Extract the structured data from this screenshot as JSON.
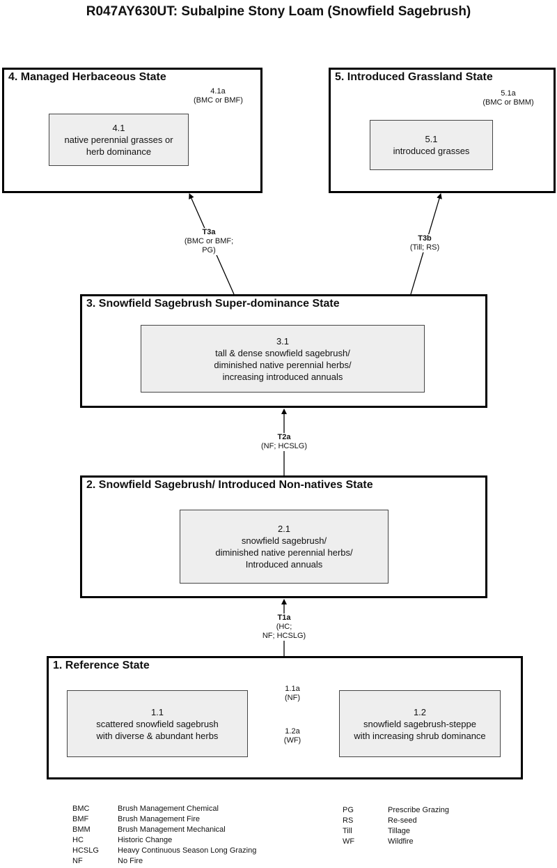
{
  "title": "R047AY630UT: Subalpine Stony Loam (Snowfield Sagebrush)",
  "states": {
    "s4": {
      "title": "4. Managed Herbaceous State",
      "phase_id": "4.1",
      "lines": [
        "native perennial grasses or",
        "herb dominance"
      ]
    },
    "s5": {
      "title": "5. Introduced Grassland State",
      "phase_id": "5.1",
      "lines": [
        "introduced grasses"
      ]
    },
    "s3": {
      "title": "3. Snowfield Sagebrush Super-dominance State",
      "phase_id": "3.1",
      "lines": [
        "tall & dense snowfield sagebrush/",
        "diminished native perennial herbs/",
        "increasing introduced annuals"
      ]
    },
    "s2": {
      "title": "2. Snowfield Sagebrush/ Introduced Non-natives State",
      "phase_id": "2.1",
      "lines": [
        "snowfield sagebrush/",
        "diminished native perennial herbs/",
        "Introduced annuals"
      ]
    },
    "s1": {
      "title": "1. Reference State",
      "p11": {
        "id": "1.1",
        "lines": [
          "scattered snowfield sagebrush",
          "with diverse & abundant herbs"
        ]
      },
      "p12": {
        "id": "1.2",
        "lines": [
          "snowfield sagebrush-steppe",
          "with increasing shrub dominance"
        ]
      }
    }
  },
  "transitions": {
    "t41a": {
      "id": "4.1a",
      "detail": "(BMC or BMF)"
    },
    "t51a": {
      "id": "5.1a",
      "detail": "(BMC or BMM)"
    },
    "t3a": {
      "id": "T3a",
      "detail1": "(BMC or BMF;",
      "detail2": "PG)"
    },
    "t3b": {
      "id": "T3b",
      "detail1": "(Till; RS)"
    },
    "t2a": {
      "id": "T2a",
      "detail1": "(NF; HCSLG)"
    },
    "t1a": {
      "id": "T1a",
      "detail1": "(HC;",
      "detail2": "NF; HCSLG)"
    },
    "t11a": {
      "id": "1.1a",
      "detail": "(NF)"
    },
    "t12a": {
      "id": "1.2a",
      "detail": "(WF)"
    }
  },
  "legend": {
    "left": [
      {
        "abbr": "BMC",
        "text": "Brush Management Chemical"
      },
      {
        "abbr": "BMF",
        "text": "Brush Management Fire"
      },
      {
        "abbr": "BMM",
        "text": "Brush Management Mechanical"
      },
      {
        "abbr": "HC",
        "text": "Historic Change"
      },
      {
        "abbr": "HCSLG",
        "text": "Heavy Continuous Season Long Grazing"
      },
      {
        "abbr": "NF",
        "text": "No Fire"
      }
    ],
    "right": [
      {
        "abbr": "PG",
        "text": "Prescribe Grazing"
      },
      {
        "abbr": "RS",
        "text": "Re-seed"
      },
      {
        "abbr": "Till",
        "text": "Tillage"
      },
      {
        "abbr": "WF",
        "text": "Wildfire"
      }
    ]
  }
}
